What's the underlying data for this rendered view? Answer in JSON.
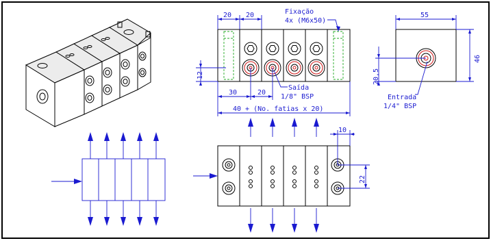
{
  "labels": {
    "dim_20_a": "20",
    "dim_20_b": "20",
    "fix_line1": "Fixação",
    "fix_line2": "4x (M6x50)",
    "dim_55": "55",
    "dim_46": "46",
    "dim_12": "12",
    "dim_30": "30",
    "dim_20_c": "20",
    "saida_line1": "Saída",
    "saida_line2": "1/8\" BSP",
    "dim_total": "40 + (No. fatias x 20)",
    "dim_20_5": "20,5",
    "entrada_line1": "Entrada",
    "entrada_line2": "1/4\" BSP",
    "dim_10": "10",
    "dim_22": "22"
  },
  "colors": {
    "line": "#000000",
    "dimension": "#1a1ad0",
    "port": "#d01818",
    "bolt_hidden": "#22aa22"
  }
}
